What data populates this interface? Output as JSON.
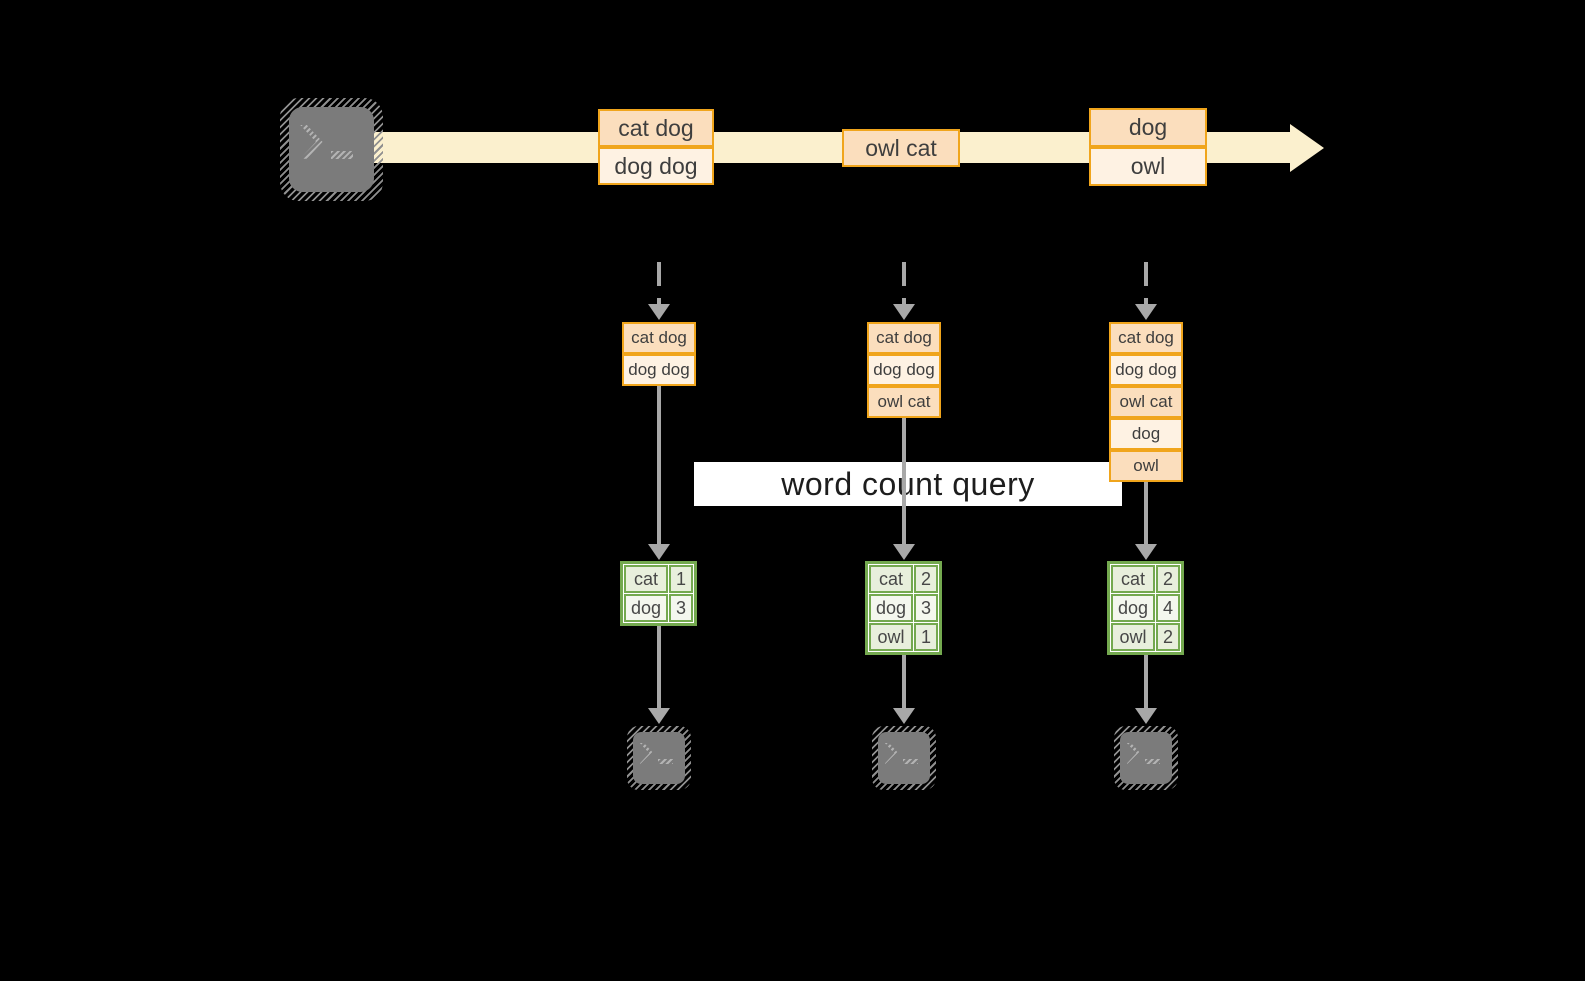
{
  "diagram": {
    "query_label": "word count query",
    "source": {
      "icon": "terminal-icon"
    },
    "stream_events": [
      {
        "rows": [
          {
            "text": "cat dog",
            "tone": "dark"
          },
          {
            "text": "dog dog",
            "tone": "light"
          }
        ]
      },
      {
        "rows": [
          {
            "text": "owl cat",
            "tone": "dark"
          }
        ]
      },
      {
        "rows": [
          {
            "text": "dog",
            "tone": "dark"
          },
          {
            "text": "owl",
            "tone": "light"
          }
        ]
      }
    ],
    "pipelines": [
      {
        "state_rows": [
          {
            "text": "cat dog",
            "tone": "dark"
          },
          {
            "text": "dog dog",
            "tone": "light"
          }
        ],
        "counts": [
          {
            "word": "cat",
            "count": "1",
            "tone": "dark"
          },
          {
            "word": "dog",
            "count": "3",
            "tone": "light"
          }
        ],
        "sink_icon": "terminal-icon"
      },
      {
        "state_rows": [
          {
            "text": "cat dog",
            "tone": "dark"
          },
          {
            "text": "dog dog",
            "tone": "light"
          },
          {
            "text": "owl cat",
            "tone": "dark"
          }
        ],
        "counts": [
          {
            "word": "cat",
            "count": "2",
            "tone": "dark"
          },
          {
            "word": "dog",
            "count": "3",
            "tone": "light"
          },
          {
            "word": "owl",
            "count": "1",
            "tone": "dark"
          }
        ],
        "sink_icon": "terminal-icon"
      },
      {
        "state_rows": [
          {
            "text": "cat dog",
            "tone": "dark"
          },
          {
            "text": "dog dog",
            "tone": "light"
          },
          {
            "text": "owl cat",
            "tone": "dark"
          },
          {
            "text": "dog",
            "tone": "light"
          },
          {
            "text": "owl",
            "tone": "dark"
          }
        ],
        "counts": [
          {
            "word": "cat",
            "count": "2",
            "tone": "dark"
          },
          {
            "word": "dog",
            "count": "4",
            "tone": "light"
          },
          {
            "word": "owl",
            "count": "2",
            "tone": "dark"
          }
        ],
        "sink_icon": "terminal-icon"
      }
    ]
  },
  "colors": {
    "background": "#000000",
    "stream_band": "#FBF0CE",
    "cell_dark": "#FBDEBD",
    "cell_light": "#FEF2E3",
    "orange_border": "#F0A51C",
    "green_border": "#74A94F",
    "green_cell_dark": "#E8EFDC",
    "green_cell_light": "#F4F7EE",
    "arrow_gray": "#A8A8A8",
    "terminal_gray": "#7B7B7B",
    "query_box_bg": "#FFFFFF",
    "text": "#3E3E3E"
  }
}
